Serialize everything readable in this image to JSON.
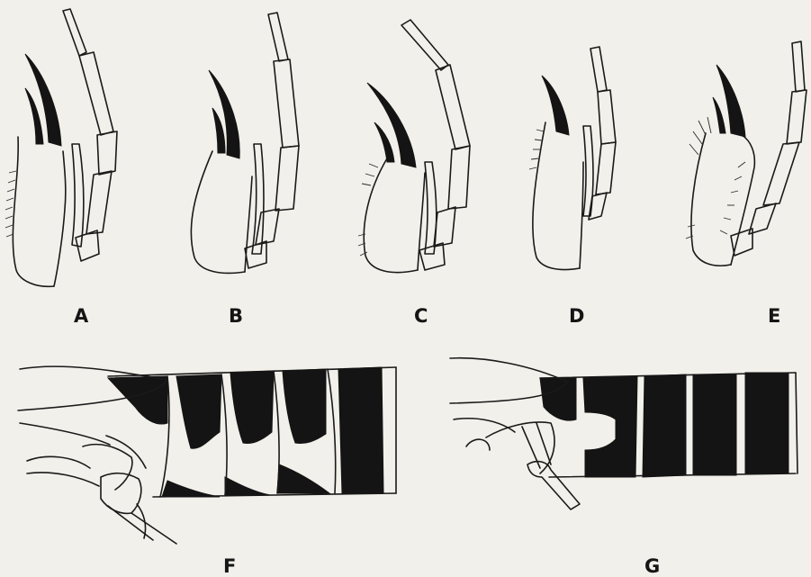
{
  "figure": {
    "panels": [
      {
        "id": "A",
        "label": "A",
        "kind": "appendage"
      },
      {
        "id": "B",
        "label": "B",
        "kind": "appendage"
      },
      {
        "id": "C",
        "label": "C",
        "kind": "appendage"
      },
      {
        "id": "D",
        "label": "D",
        "kind": "appendage"
      },
      {
        "id": "E",
        "label": "E",
        "kind": "appendage"
      },
      {
        "id": "F",
        "label": "F",
        "kind": "abdomen-segments"
      },
      {
        "id": "G",
        "label": "G",
        "kind": "abdomen-segments"
      }
    ],
    "colors": {
      "paper": "#f2f0ea",
      "ink": "#141414"
    }
  }
}
